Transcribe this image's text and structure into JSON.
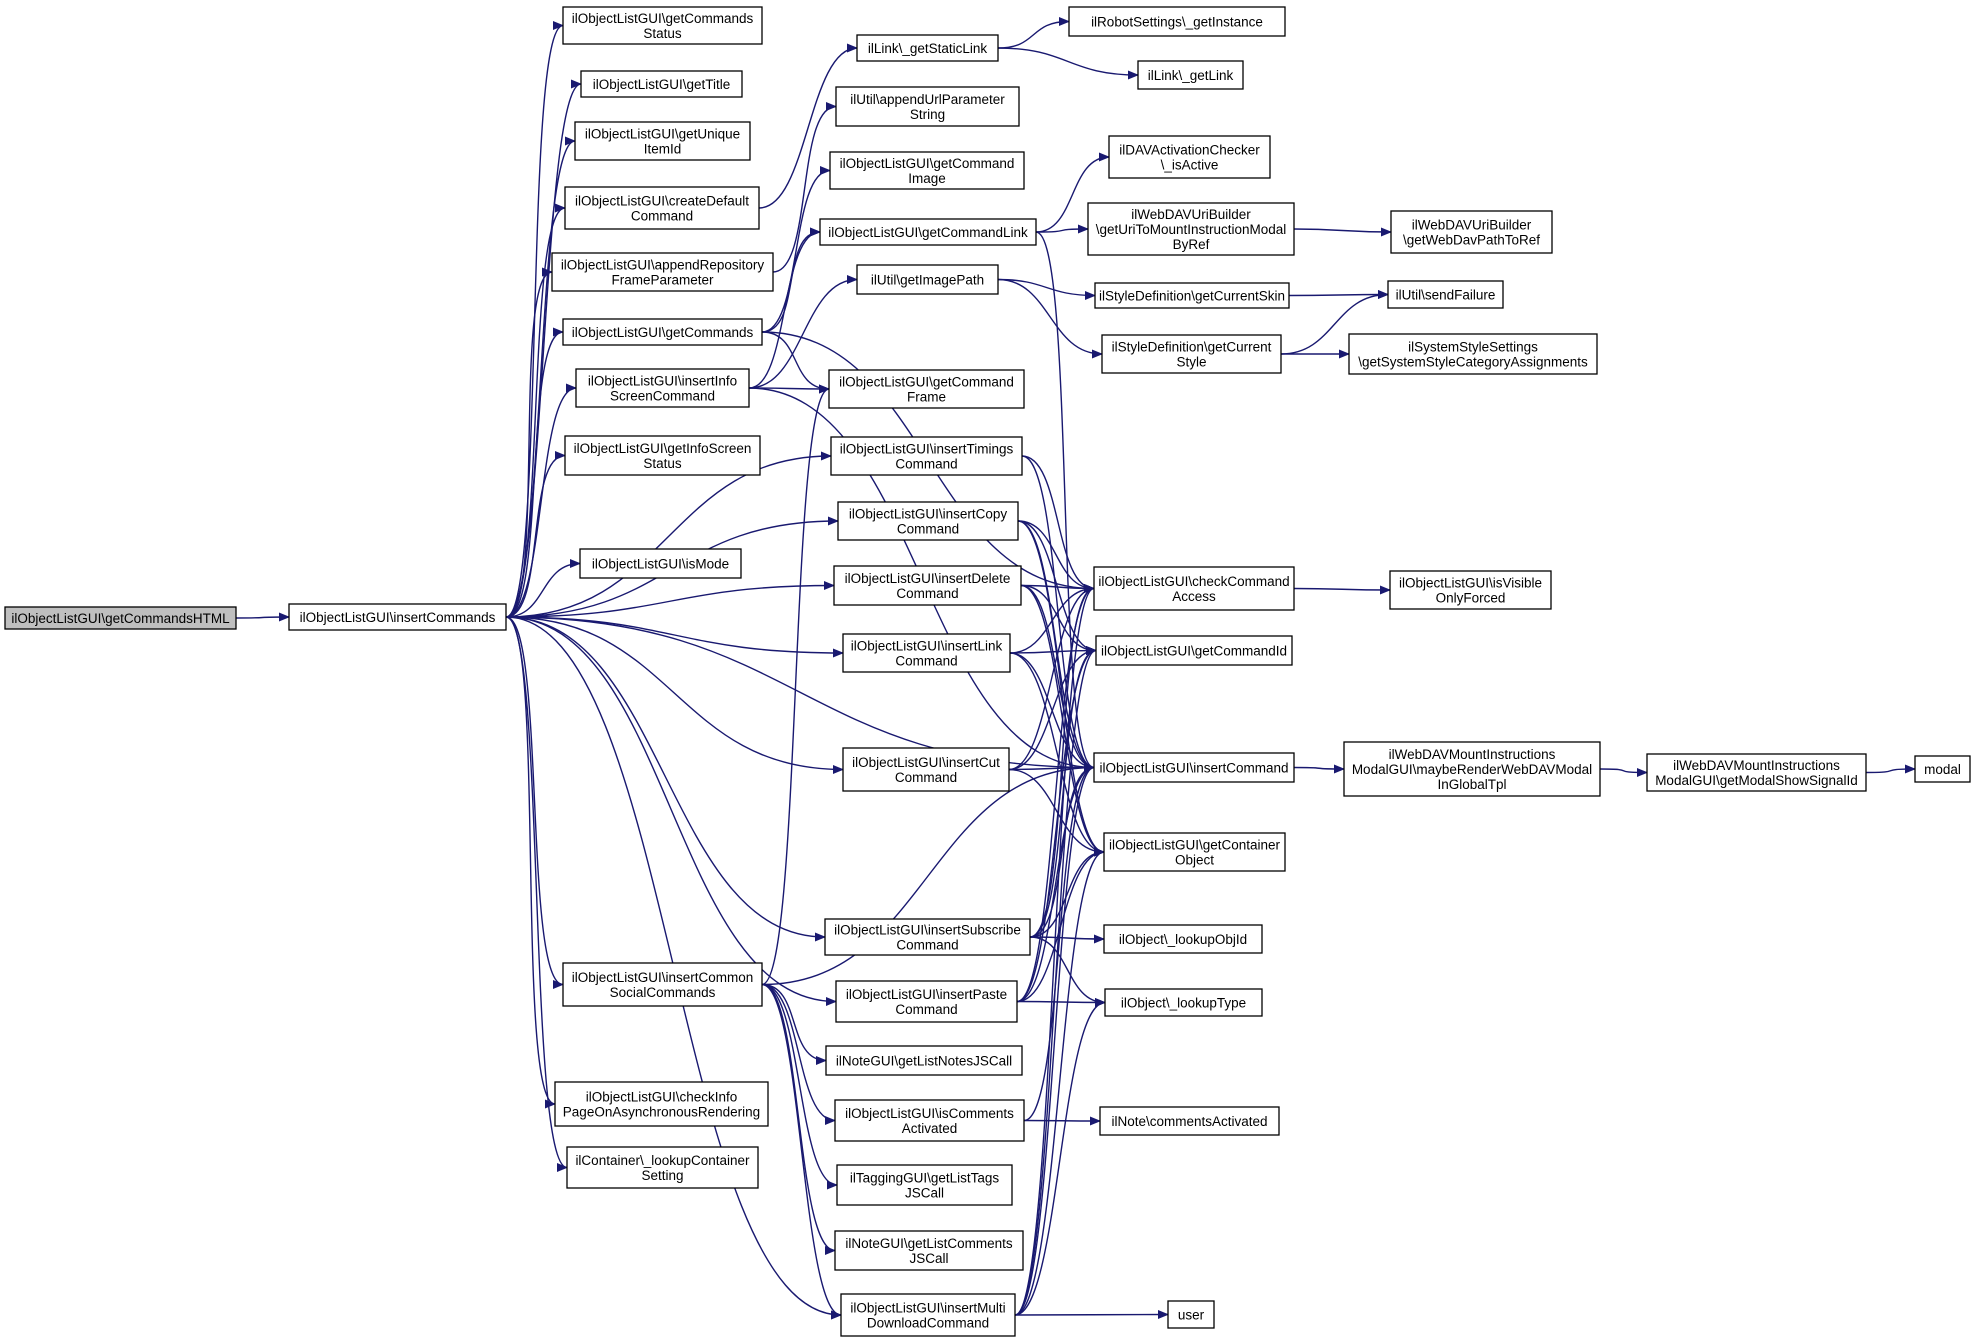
{
  "diagram": {
    "type": "call-graph",
    "colors": {
      "edge": "#191970",
      "root_fill": "#bfbfbf",
      "node_fill": "#ffffff",
      "node_border": "#000000"
    },
    "nodes": [
      {
        "id": "root",
        "lines": [
          "ilObjectListGUI\\getCommandsHTML"
        ],
        "root": true
      },
      {
        "id": "ic",
        "lines": [
          "ilObjectListGUI\\insertCommands"
        ]
      },
      {
        "id": "gcs",
        "lines": [
          "ilObjectListGUI\\getCommands",
          "Status"
        ]
      },
      {
        "id": "gt",
        "lines": [
          "ilObjectListGUI\\getTitle"
        ]
      },
      {
        "id": "gui",
        "lines": [
          "ilObjectListGUI\\getUnique",
          "ItemId"
        ]
      },
      {
        "id": "cdc",
        "lines": [
          "ilObjectListGUI\\createDefault",
          "Command"
        ]
      },
      {
        "id": "arfp",
        "lines": [
          "ilObjectListGUI\\appendRepository",
          "FrameParameter"
        ]
      },
      {
        "id": "gc",
        "lines": [
          "ilObjectListGUI\\getCommands"
        ]
      },
      {
        "id": "iisc",
        "lines": [
          "ilObjectListGUI\\insertInfo",
          "ScreenCommand"
        ]
      },
      {
        "id": "giss",
        "lines": [
          "ilObjectListGUI\\getInfoScreen",
          "Status"
        ]
      },
      {
        "id": "im",
        "lines": [
          "ilObjectListGUI\\isMode"
        ]
      },
      {
        "id": "icsc",
        "lines": [
          "ilObjectListGUI\\insertCommon",
          "SocialCommands"
        ]
      },
      {
        "id": "cip",
        "lines": [
          "ilObjectListGUI\\checkInfo",
          "PageOnAsynchronousRendering"
        ]
      },
      {
        "id": "clcs",
        "lines": [
          "ilContainer\\_lookupContainer",
          "Setting"
        ]
      },
      {
        "id": "lsl",
        "lines": [
          "ilLink\\_getStaticLink"
        ]
      },
      {
        "id": "uaup",
        "lines": [
          "ilUtil\\appendUrlParameter",
          "String"
        ]
      },
      {
        "id": "gci",
        "lines": [
          "ilObjectListGUI\\getCommand",
          "Image"
        ]
      },
      {
        "id": "gcl",
        "lines": [
          "ilObjectListGUI\\getCommandLink"
        ]
      },
      {
        "id": "ugip",
        "lines": [
          "ilUtil\\getImagePath"
        ]
      },
      {
        "id": "gcf",
        "lines": [
          "ilObjectListGUI\\getCommand",
          "Frame"
        ]
      },
      {
        "id": "itc",
        "lines": [
          "ilObjectListGUI\\insertTimings",
          "Command"
        ]
      },
      {
        "id": "icc",
        "lines": [
          "ilObjectListGUI\\insertCopy",
          "Command"
        ]
      },
      {
        "id": "idc",
        "lines": [
          "ilObjectListGUI\\insertDelete",
          "Command"
        ]
      },
      {
        "id": "ilc",
        "lines": [
          "ilObjectListGUI\\insertLink",
          "Command"
        ]
      },
      {
        "id": "icut",
        "lines": [
          "ilObjectListGUI\\insertCut",
          "Command"
        ]
      },
      {
        "id": "isc",
        "lines": [
          "ilObjectListGUI\\insertSubscribe",
          "Command"
        ]
      },
      {
        "id": "ipc",
        "lines": [
          "ilObjectListGUI\\insertPaste",
          "Command"
        ]
      },
      {
        "id": "nlj",
        "lines": [
          "ilNoteGUI\\getListNotesJSCall"
        ]
      },
      {
        "id": "ica",
        "lines": [
          "ilObjectListGUI\\isComments",
          "Activated"
        ]
      },
      {
        "id": "tgl",
        "lines": [
          "ilTaggingGUI\\getListTags",
          "JSCall"
        ]
      },
      {
        "id": "nlc",
        "lines": [
          "ilNoteGUI\\getListComments",
          "JSCall"
        ]
      },
      {
        "id": "imd",
        "lines": [
          "ilObjectListGUI\\insertMulti",
          "DownloadCommand"
        ]
      },
      {
        "id": "rsgi",
        "lines": [
          "ilRobotSettings\\_getInstance"
        ]
      },
      {
        "id": "lgl",
        "lines": [
          "ilLink\\_getLink"
        ]
      },
      {
        "id": "dav",
        "lines": [
          "ilDAVActivationChecker",
          "\\_isActive"
        ]
      },
      {
        "id": "wdub",
        "lines": [
          "ilWebDAVUriBuilder",
          "\\getUriToMountInstructionModal",
          "ByRef"
        ]
      },
      {
        "id": "sdcs",
        "lines": [
          "ilStyleDefinition\\getCurrentSkin"
        ]
      },
      {
        "id": "sdcst",
        "lines": [
          "ilStyleDefinition\\getCurrent",
          "Style"
        ]
      },
      {
        "id": "cca",
        "lines": [
          "ilObjectListGUI\\checkCommand",
          "Access"
        ]
      },
      {
        "id": "gcid",
        "lines": [
          "ilObjectListGUI\\getCommandId"
        ]
      },
      {
        "id": "icmd",
        "lines": [
          "ilObjectListGUI\\insertCommand"
        ]
      },
      {
        "id": "gco",
        "lines": [
          "ilObjectListGUI\\getContainer",
          "Object"
        ]
      },
      {
        "id": "loi",
        "lines": [
          "ilObject\\_lookupObjId"
        ]
      },
      {
        "id": "lt",
        "lines": [
          "ilObject\\_lookupType"
        ]
      },
      {
        "id": "nca",
        "lines": [
          "ilNote\\commentsActivated"
        ]
      },
      {
        "id": "user",
        "lines": [
          "user"
        ]
      },
      {
        "id": "wdpr",
        "lines": [
          "ilWebDAVUriBuilder",
          "\\getWebDavPathToRef"
        ]
      },
      {
        "id": "usf",
        "lines": [
          "ilUtil\\sendFailure"
        ]
      },
      {
        "id": "sss",
        "lines": [
          "ilSystemStyleSettings",
          "\\getSystemStyleCategoryAssignments"
        ]
      },
      {
        "id": "vof",
        "lines": [
          "ilObjectListGUI\\isVisible",
          "OnlyForced"
        ]
      },
      {
        "id": "wmr",
        "lines": [
          "ilWebDAVMountInstructions",
          "ModalGUI\\maybeRenderWebDAVModal",
          "InGlobalTpl"
        ]
      },
      {
        "id": "wms",
        "lines": [
          "ilWebDAVMountInstructions",
          "ModalGUI\\getModalShowSignalId"
        ]
      },
      {
        "id": "modal",
        "lines": [
          "modal"
        ]
      }
    ]
  }
}
